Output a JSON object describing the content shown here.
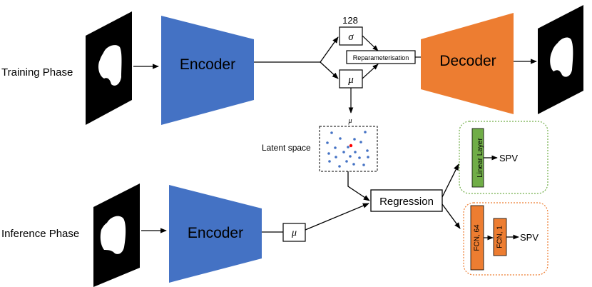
{
  "phases": {
    "training": "Training Phase",
    "inference": "Inference Phase"
  },
  "blocks": {
    "encoder": "Encoder",
    "encoder2": "Encoder",
    "decoder": "Decoder",
    "sigma": "σ",
    "mu": "μ",
    "mu_inference": "μ",
    "mu_latent": "μ",
    "dim": "128",
    "reparam": "Reparameterisation",
    "latent_space": "Latent space",
    "regression": "Regression",
    "linear_layer": "Linear Layer",
    "fcn64": "FCN, 64",
    "fcn1": "FCN, 1",
    "spv_top": "SPV",
    "spv_bottom": "SPV"
  },
  "colors": {
    "encoder": "#4472C4",
    "decoder": "#ED7D31",
    "linear": "#70AD47",
    "linear_border": "#70AD47",
    "fcn": "#ED7D31",
    "fcn_border": "#ED7D31",
    "latent_point": "#4472C4",
    "latent_highlight": "#FF0000"
  }
}
